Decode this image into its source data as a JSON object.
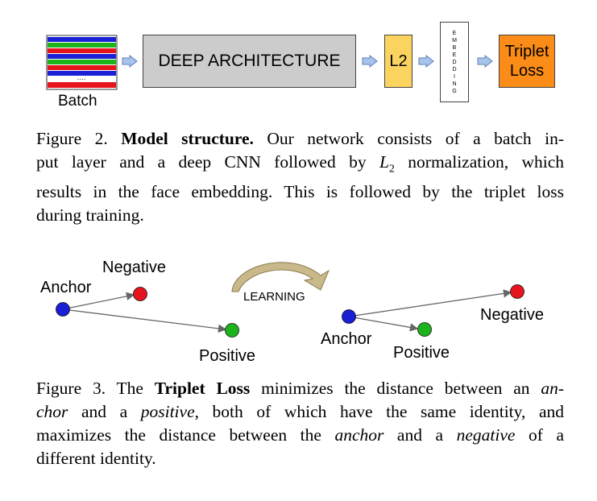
{
  "figure2": {
    "batch_label": "Batch",
    "batch_dots": "....",
    "deep_label": "DEEP ARCHITECTURE",
    "l2_label": "L2",
    "embedding_letters": [
      "E",
      "M",
      "B",
      "E",
      "D",
      "D",
      "I",
      "N",
      "G"
    ],
    "triplet_line1": "Triplet",
    "triplet_line2": "Loss",
    "colors": {
      "deep": "#cccccc",
      "l2": "#fbd35f",
      "triplet": "#fb8c18",
      "arrow": "#a9c4ea",
      "stripe_blue": "#1a20d8",
      "stripe_green": "#1db31d",
      "stripe_red": "#e5141d"
    },
    "caption": {
      "prefix": "Figure 2.",
      "bold": "Model structure.",
      "line1_rest": "Our network consists of a batch in-",
      "line2_a": "put layer and a deep CNN followed by ",
      "math_L": "L",
      "math_sub": "2",
      "line2_b": " normalization, which",
      "line3": "results in the face embedding.  This is followed by the triplet loss",
      "line4": "during training."
    }
  },
  "figure3": {
    "left": {
      "negative": "Negative",
      "anchor": "Anchor",
      "positive": "Positive"
    },
    "learning": "LEARNING",
    "right": {
      "negative": "Negative",
      "anchor": "Anchor",
      "positive": "Positive"
    },
    "colors": {
      "anchor": "#1a1fd6",
      "negative": "#e5141d",
      "positive": "#1db31d",
      "arrow_fill": "#c9b98a"
    },
    "caption": {
      "prefix": "Figure 3. The ",
      "bold": "Triplet Loss",
      "l1_rest": " minimizes the distance between an ",
      "l1_it": "an-",
      "l2_it1": "chor",
      "l2_a": " and a ",
      "l2_it2": "positive",
      "l2_b": ", both of which have the same identity, and",
      "l3_a": "maximizes the distance between the ",
      "l3_it1": "anchor",
      "l3_b": " and a ",
      "l3_it2": "negative",
      "l3_c": " of a",
      "l4": "different identity."
    }
  }
}
